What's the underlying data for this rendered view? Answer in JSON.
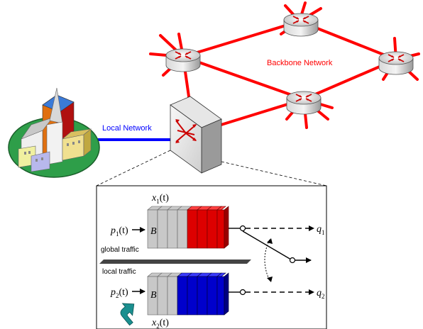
{
  "labels": {
    "backbone_network": "Backbone Network",
    "local_network": "Local Network",
    "global_traffic": "global traffic",
    "local_traffic": "local traffic"
  },
  "math": {
    "x1_var": "x",
    "x1_sub": "1",
    "x1_arg": "(t)",
    "x2_var": "x",
    "x2_sub": "2",
    "x2_arg": "(t)",
    "p1_var": "p",
    "p1_sub": "1",
    "p1_arg": "(t)",
    "p2_var": "p",
    "p2_sub": "2",
    "p2_arg": "(t)",
    "q1_var": "q",
    "q1_sub": "1",
    "q2_var": "q",
    "q2_sub": "2",
    "buffer_top": "B",
    "buffer_bottom": "B"
  },
  "colors": {
    "backbone_link": "#ff0000",
    "local_link": "#0000ff",
    "backbone_label": "#ff0000",
    "local_label": "#0000ff",
    "queue_red": "#dd0000",
    "queue_blue": "#0000cc",
    "queue_gray": "#c8c8c8",
    "feedback_arrow": "#1a8f8f"
  },
  "icons": [
    "router-icon",
    "switch-icon",
    "campus-building-icon",
    "feedback-arrow-icon"
  ]
}
